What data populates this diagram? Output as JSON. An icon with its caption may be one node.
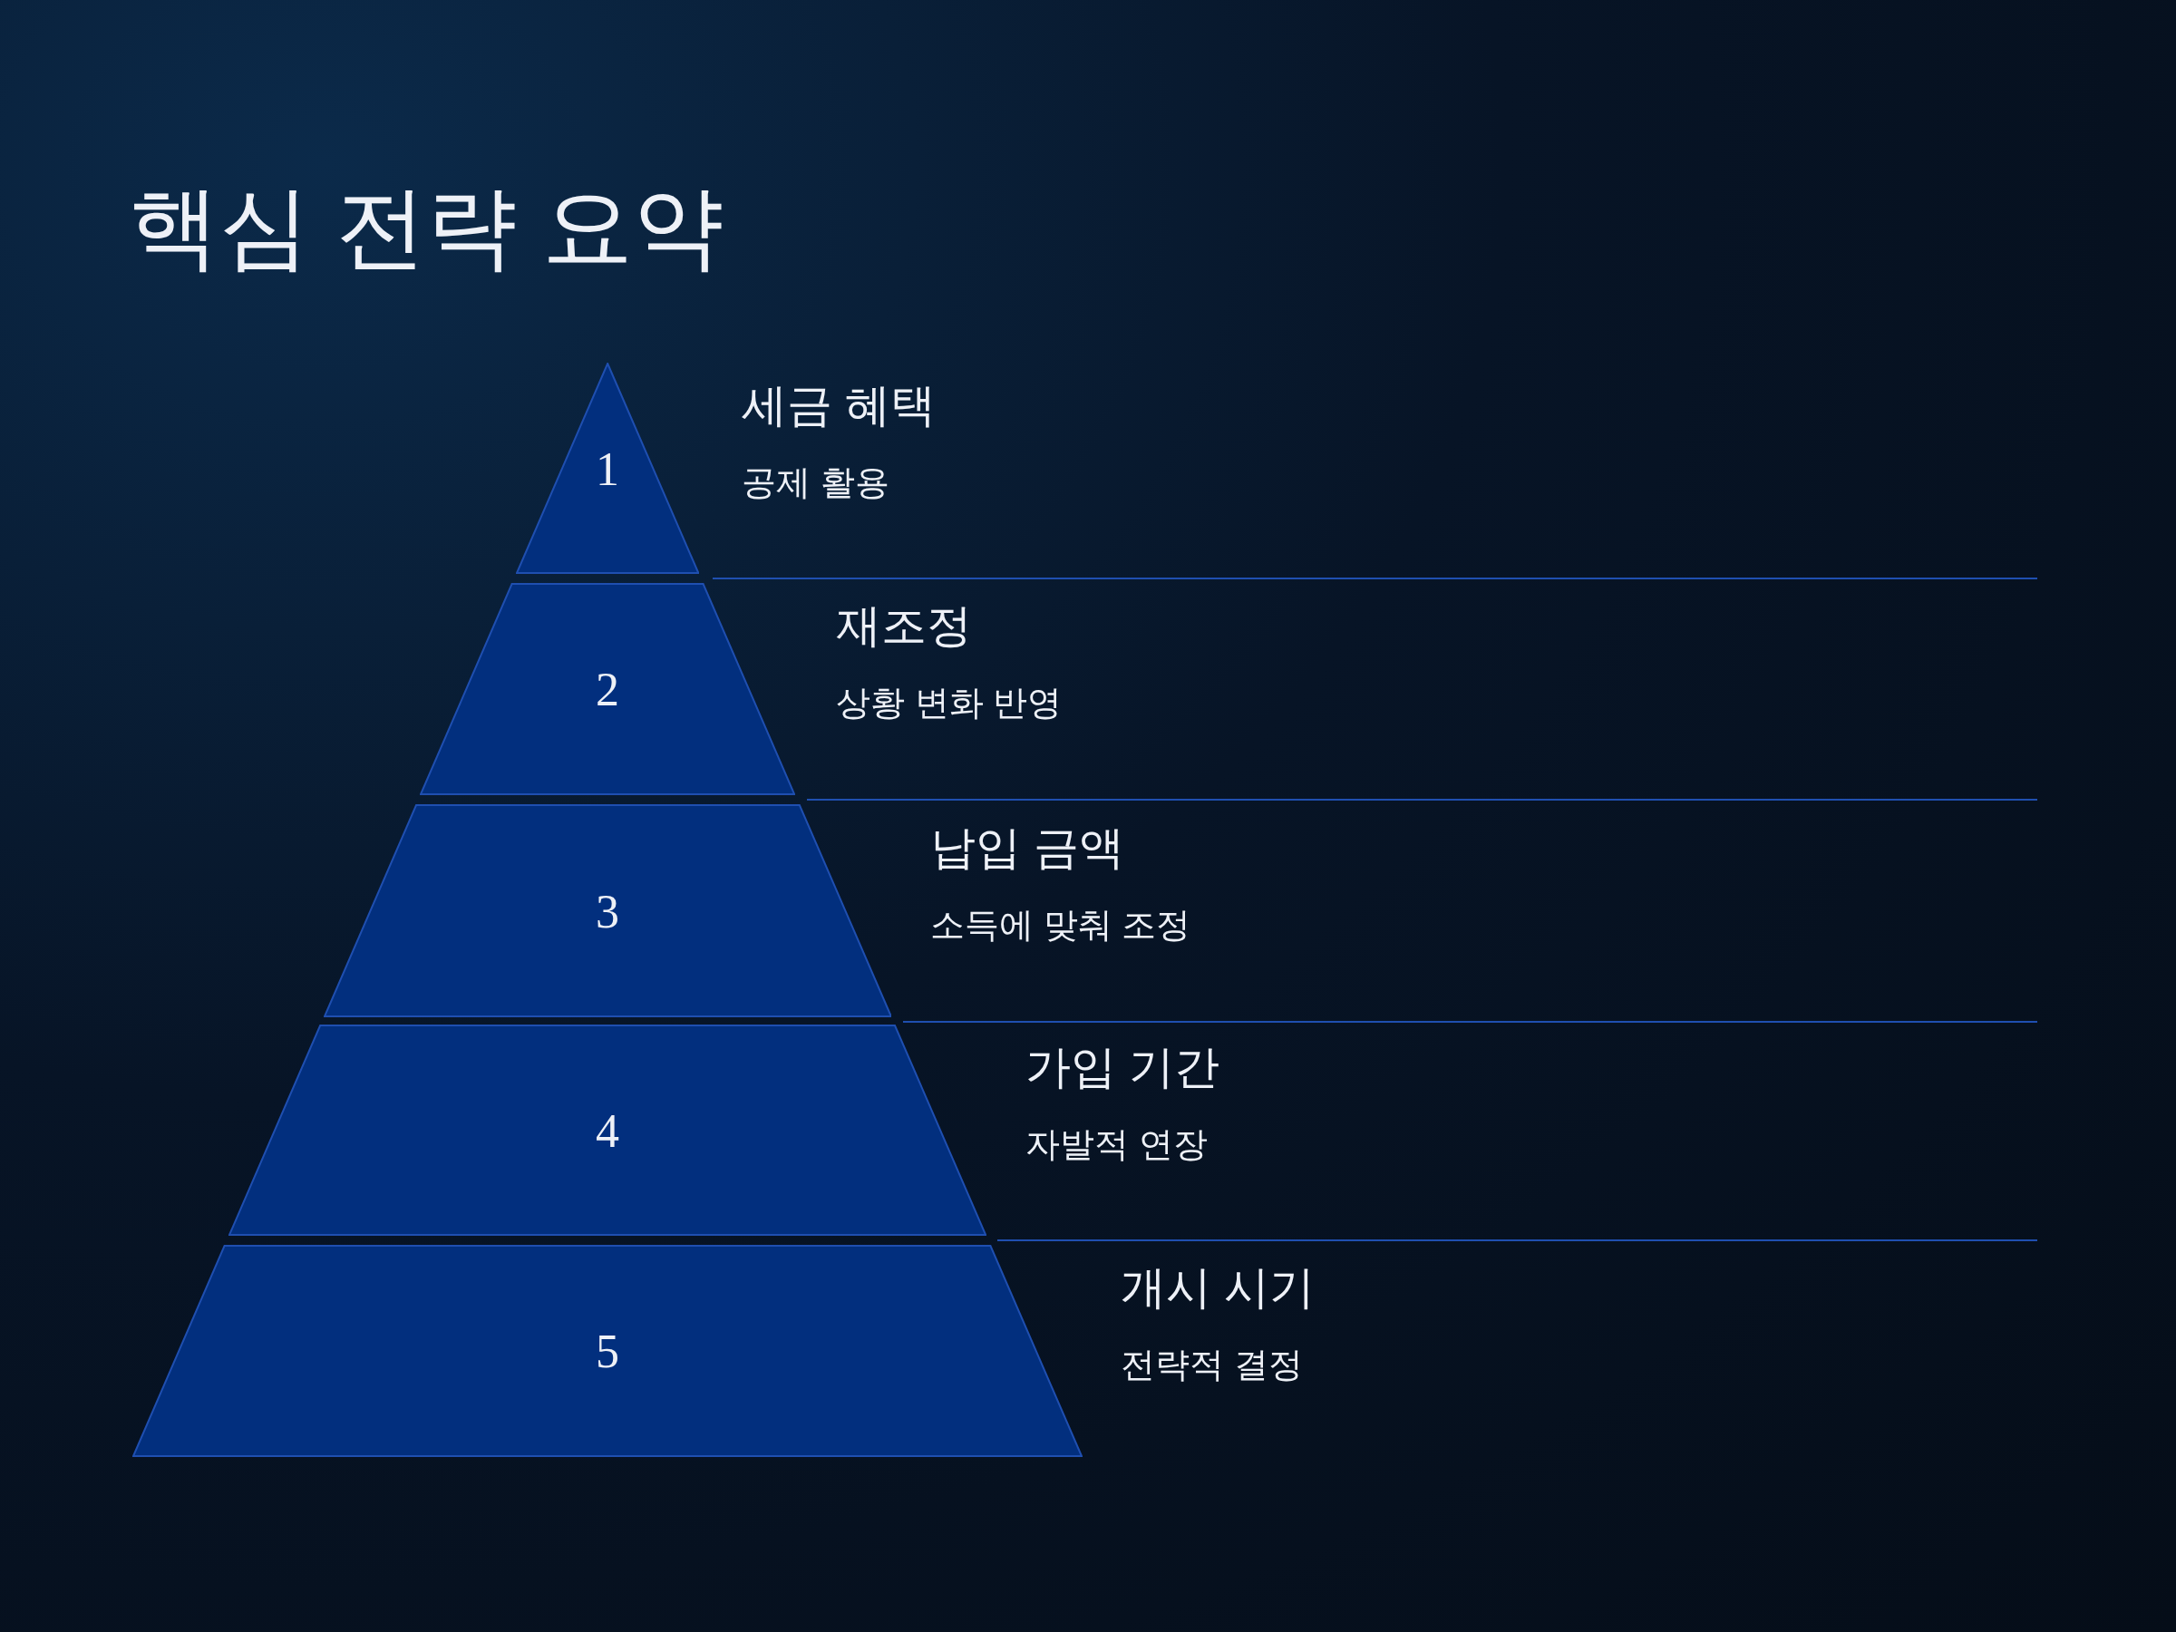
{
  "diagram": {
    "title": "핵심 전략 요약",
    "nodes": [
      {
        "text": [
          "1"
        ],
        "beside": [
          "세금 혜택",
          "공제 활용"
        ]
      },
      {
        "text": [
          "2"
        ],
        "beside": [
          "재조정",
          "상황 변화 반영"
        ]
      },
      {
        "text": [
          "3"
        ],
        "beside": [
          "납입 금액",
          "소득에 맞춰 조정"
        ]
      },
      {
        "text": [
          "4"
        ],
        "beside": [
          "가입 기간",
          "자발적 연장"
        ]
      },
      {
        "text": [
          "5"
        ],
        "beside": [
          "개시 시기",
          "전략적 결정"
        ]
      }
    ],
    "edges": []
  }
}
